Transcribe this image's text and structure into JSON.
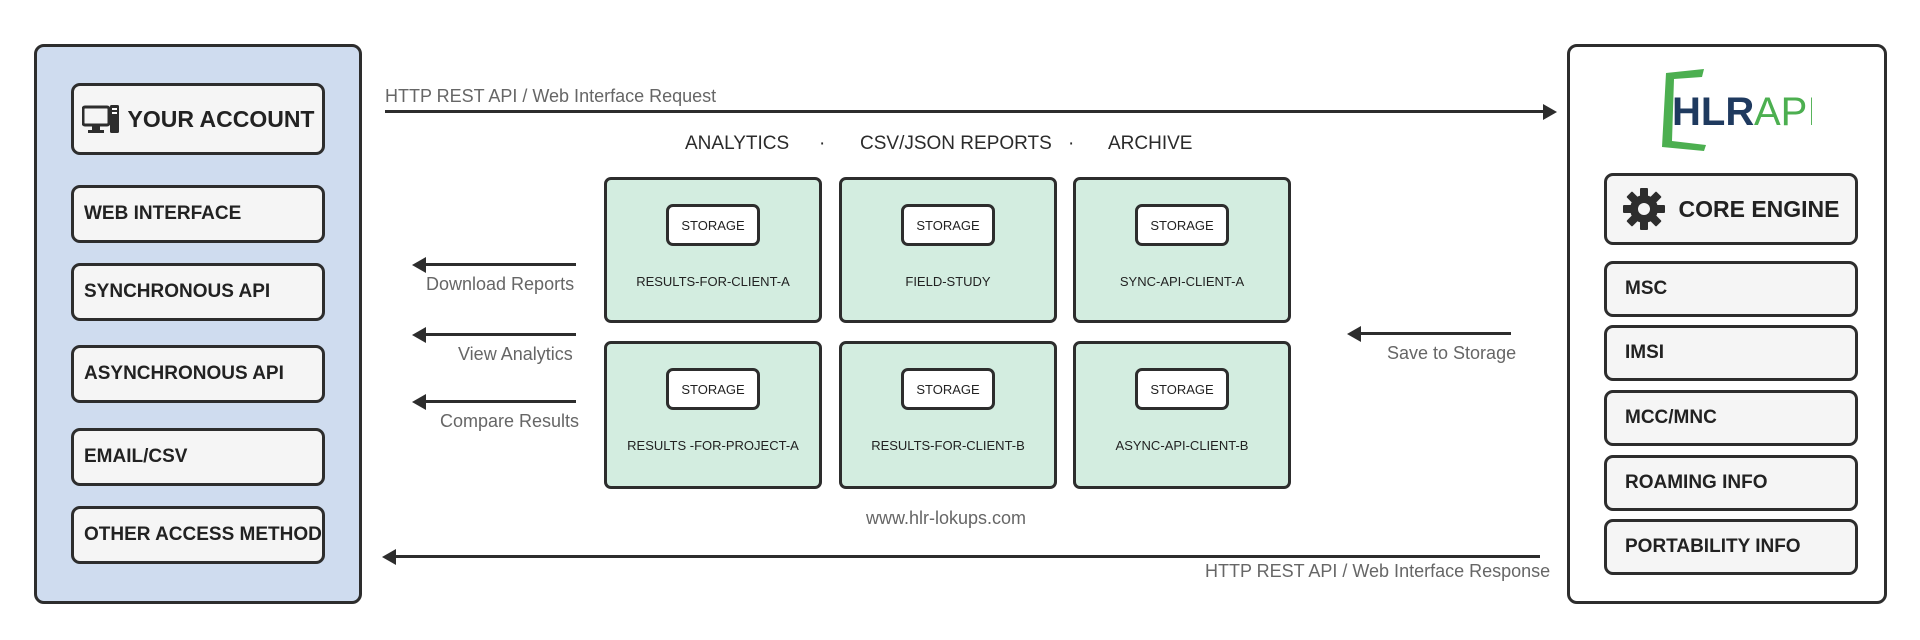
{
  "left": {
    "account_title": "YOUR ACCOUNT",
    "items": [
      "WEB INTERFACE",
      "SYNCHRONOUS API",
      "ASYNCHRONOUS API",
      "EMAIL/CSV",
      "OTHER ACCESS METHOD"
    ],
    "bg_color": "#cfdcef"
  },
  "right": {
    "logo_text_a": "HLR",
    "logo_text_b": "API",
    "logo_green": "#4caf50",
    "logo_navy": "#1f3a5f",
    "core_title": "CORE ENGINE",
    "items": [
      "MSC",
      "IMSI",
      "MCC/MNC",
      "ROAMING INFO",
      "PORTABILITY INFO"
    ]
  },
  "arrows": {
    "request": "HTTP REST API / Web Interface Request",
    "response": "HTTP REST API / Web Interface Response",
    "download": "Download Reports",
    "view": "View Analytics",
    "compare": "Compare Results",
    "save": "Save to Storage"
  },
  "categories": [
    "ANALYTICS",
    "CSV/JSON REPORTS",
    "ARCHIVE"
  ],
  "separator": "·",
  "storage_label": "STORAGE",
  "tiles": [
    "RESULTS-FOR-CLIENT-A",
    "FIELD-STUDY",
    "SYNC-API-CLIENT-A",
    "RESULTS -FOR-PROJECT-A",
    "RESULTS-FOR-CLIENT-B",
    "ASYNC-API-CLIENT-B"
  ],
  "tile_color": "#d3ede0",
  "url": "www.hlr-lokups.com"
}
